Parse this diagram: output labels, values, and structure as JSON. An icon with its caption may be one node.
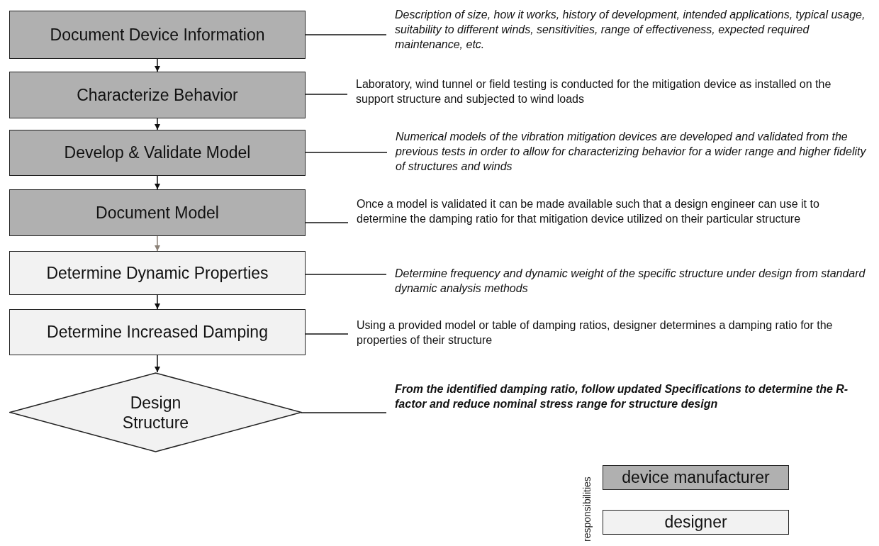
{
  "diagram": {
    "nodes": [
      {
        "text": [
          "Document Device Information"
        ]
      },
      {
        "text": [
          "Characterize Behavior"
        ]
      },
      {
        "text": [
          "Develop & Validate Model"
        ]
      },
      {
        "text": [
          "Document Model"
        ]
      },
      {
        "text": [
          "Determine Dynamic Properties"
        ]
      },
      {
        "text": [
          "Determine Increased Damping"
        ]
      },
      {
        "text": [
          "Design Structure"
        ]
      },
      {
        "text": [
          "Description of size, how it works, history of development, intended applications, typical usage, suitability to different winds, sensitivities, range of effectiveness, expected required maintenance, etc."
        ]
      },
      {
        "text": [
          "Laboratory, wind tunnel or field testing is conducted for the mitigation device as installed on the support structure and subjected to wind loads"
        ]
      },
      {
        "text": [
          "Numerical models of the vibration mitigation devices are developed and validated from the previous tests in order to allow for characterizing behavior for a wider range and higher fidelity of structures and winds"
        ]
      },
      {
        "text": [
          "Once a model is validated it can be made available such that a design engineer can use it to determine the damping ratio for that mitigation device utilized on their particular structure"
        ]
      },
      {
        "text": [
          "Determine frequency and dynamic weight of the specific structure under design from standard dynamic analysis methods"
        ]
      },
      {
        "text": [
          "Using a provided model or table of damping ratios, designer determines a damping ratio for the properties of their structure"
        ]
      },
      {
        "text": [
          "From the identified damping ratio, follow updated Specifications to determine the R-factor and reduce nominal stress range for structure design"
        ]
      }
    ],
    "edges": [
      {
        "from": 0,
        "to": 1,
        "arrow": "to"
      },
      {
        "from": 1,
        "to": 2,
        "arrow": "to"
      },
      {
        "from": 2,
        "to": 3,
        "arrow": "to"
      },
      {
        "from": 3,
        "to": 4,
        "arrow": "to",
        "color": "#8c8278"
      },
      {
        "from": 4,
        "to": 5,
        "arrow": "to"
      },
      {
        "from": 5,
        "to": 6,
        "arrow": "to"
      },
      {
        "from": 0,
        "to": 7,
        "arrow": "none"
      },
      {
        "from": 1,
        "to": 8,
        "arrow": "none"
      },
      {
        "from": 2,
        "to": 9,
        "arrow": "none"
      },
      {
        "from": 3,
        "to": 10,
        "arrow": "none"
      },
      {
        "from": 4,
        "to": 11,
        "arrow": "none"
      },
      {
        "from": 5,
        "to": 12,
        "arrow": "none"
      },
      {
        "from": 6,
        "to": 13,
        "arrow": "none"
      }
    ],
    "labels": [
      "responsibilities"
    ],
    "legend": [
      {
        "text": "device manufacturer",
        "color": "#b0b0b0"
      },
      {
        "text": "designer",
        "color": "#f2f2f2"
      }
    ]
  }
}
